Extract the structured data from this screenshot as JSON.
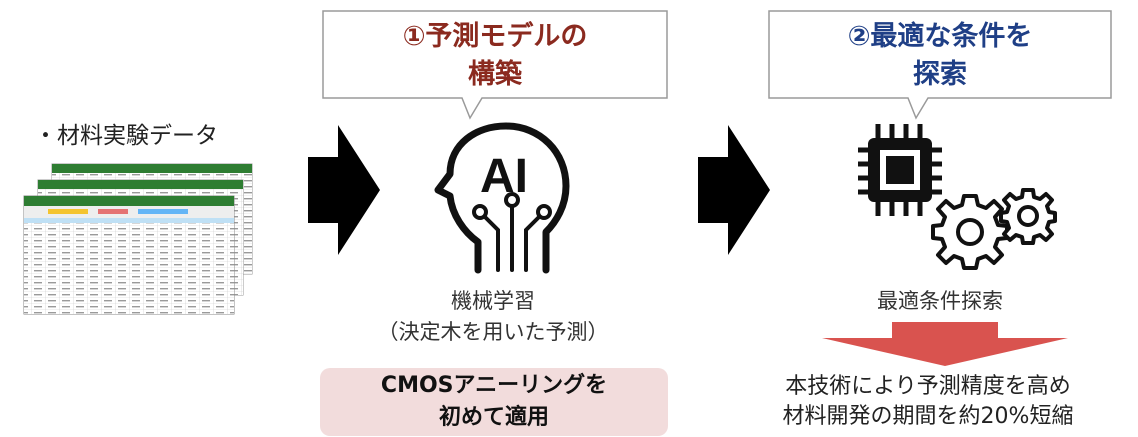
{
  "input": {
    "label": "・材料実験データ"
  },
  "step1": {
    "title_line1": "①予測モデルの",
    "title_line2": "構築",
    "title_color": "#8b2a1f",
    "icon": "ai-head-icon",
    "ai_text": "AI",
    "caption_line1": "機械学習",
    "caption_line2": "（決定木を用いた予測）",
    "highlight_line1": "CMOSアニーリングを",
    "highlight_line2": "初めて適用",
    "highlight_color": "#f2dcdc"
  },
  "step2": {
    "title_line1": "②最適な条件を",
    "title_line2": "探索",
    "title_color": "#1f3f86",
    "icon": "chip-gears-icon",
    "caption": "最適条件探索",
    "result_line1": "本技術により予測精度を高め",
    "result_line2": "材料開発の期間を約20%短縮",
    "arrow_color": "#d9534f"
  },
  "arrows": {
    "icon": "right-arrow-icon",
    "color": "#000000"
  },
  "sheets": {
    "icon": "spreadsheet-stack-icon",
    "header_color": "#2e7d32"
  }
}
